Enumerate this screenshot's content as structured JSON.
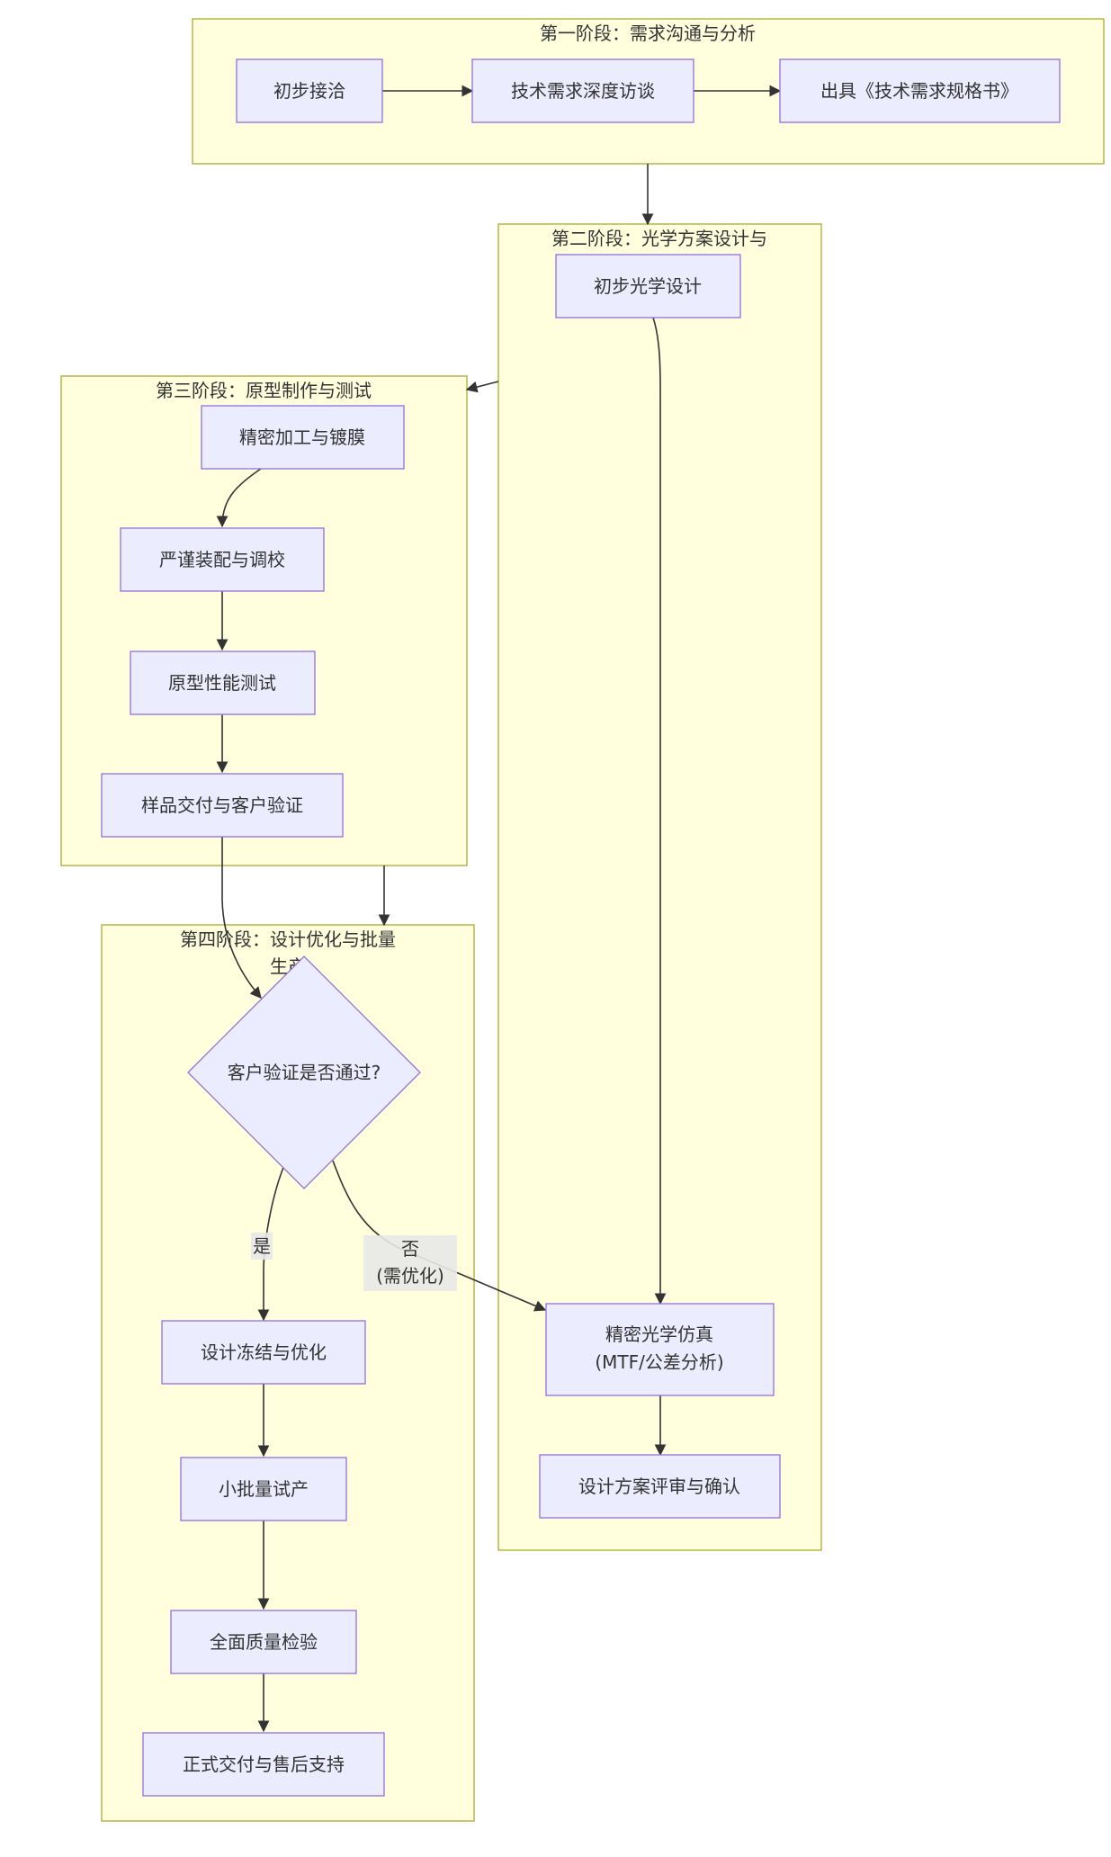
{
  "clusters": {
    "phase1": {
      "title": "第一阶段：需求沟通与分析"
    },
    "phase2": {
      "title": "第二阶段：光学方案设计与"
    },
    "phase3": {
      "title": "第三阶段：原型制作与测试"
    },
    "phase4": {
      "title_line1": "第四阶段：设计优化与批量",
      "title_line2": "生产"
    }
  },
  "nodes": {
    "initial_contact": "初步接洽",
    "requirement_interview": "技术需求深度访谈",
    "spec_document": "出具《技术需求规格书》",
    "initial_optical_design": "初步光学设计",
    "simulation_line1": "精密光学仿真",
    "simulation_line2": "(MTF/公差分析)",
    "design_review": "设计方案评审与确认",
    "machining_coating": "精密加工与镀膜",
    "assembly_alignment": "严谨装配与调校",
    "prototype_testing": "原型性能测试",
    "sample_delivery": "样品交付与客户验证",
    "validation_decision": "客户验证是否通过?",
    "design_freeze": "设计冻结与优化",
    "pilot_production": "小批量试产",
    "quality_inspection": "全面质量检验",
    "formal_delivery": "正式交付与售后支持"
  },
  "edge_labels": {
    "yes": "是",
    "no_line1": "否",
    "no_line2": "(需优化)"
  },
  "colors": {
    "cluster_fill": "#ffffde",
    "cluster_stroke": "#aaaa33",
    "node_fill": "#ececff",
    "node_stroke": "#9370db",
    "edge": "#333333",
    "text": "#333333"
  }
}
